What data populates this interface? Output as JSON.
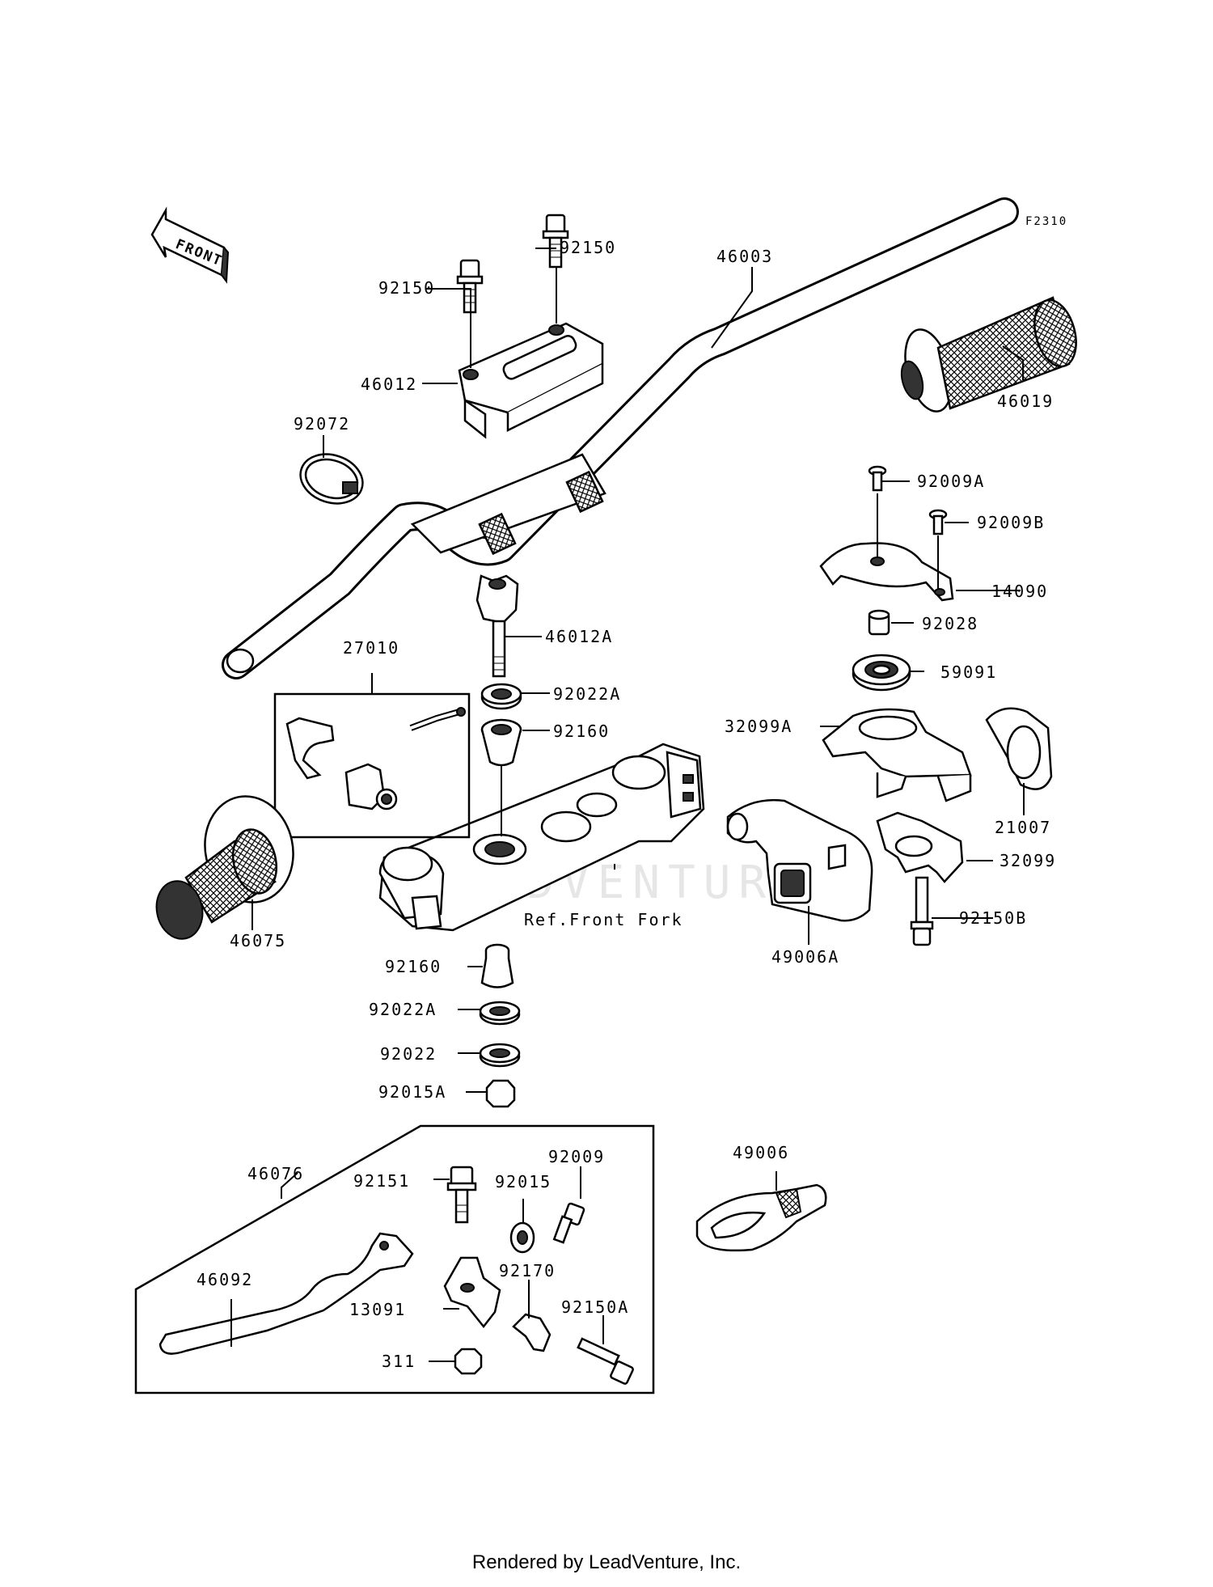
{
  "diagram_code": "F2310",
  "front_label": "FRONT",
  "reference_note": "Ref.Front Fork",
  "watermark": "LEADVENTURE",
  "footer": "Rendered by LeadVenture, Inc.",
  "parts": {
    "handlebar": "46003",
    "bolt_clamp_left": "92150",
    "bolt_clamp_right": "92150",
    "holder_upper": "46012",
    "band": "92072",
    "throttle_grip": "46019",
    "screw_a": "92009A",
    "screw_b": "92009B",
    "cover": "14090",
    "collar": "92028",
    "pulley": "59091",
    "housing_upper": "32099A",
    "holder_lower": "46012A",
    "washer_upper": "92022A",
    "damper_upper": "92160",
    "switch_assy": "27010",
    "cable_guide": "21007",
    "housing_lower": "32099",
    "bolt_housing": "92150B",
    "throttle_cover": "49006A",
    "left_grip": "46075",
    "damper_lower": "92160",
    "washer_lower_a": "92022A",
    "washer_lower": "92022",
    "nut": "92015A",
    "cap": "49006",
    "lever_assy": "46076",
    "lever_bolt": "92151",
    "lever_nut": "92015",
    "adjuster_screw": "92009",
    "lever": "46092",
    "clamp": "92170",
    "lever_holder": "13091",
    "clamp_bolt": "92150A",
    "holder_nut": "311"
  }
}
